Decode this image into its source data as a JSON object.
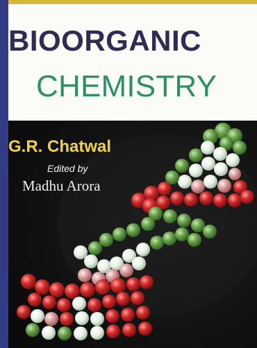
{
  "cover": {
    "title_line1": "BIOORGANIC",
    "title_line2": "CHEMISTRY",
    "author": "G.R. Chatwal",
    "edited_by": "Edited by",
    "editor": "Madhu Arora"
  },
  "colors": {
    "background": "#3a3f8c",
    "gold_bar": "#d8b73c",
    "title_panel": "#fbfbf7",
    "title_primary": "#2f2b55",
    "title_secondary": "#2c8f6a",
    "author_text": "#f0d347",
    "secondary_text": "#f4f4f0",
    "molecule_green": "#5f9f45",
    "molecule_white": "#e7f0e4",
    "molecule_pink": "#dba0a0",
    "molecule_red": "#d12b2a"
  }
}
